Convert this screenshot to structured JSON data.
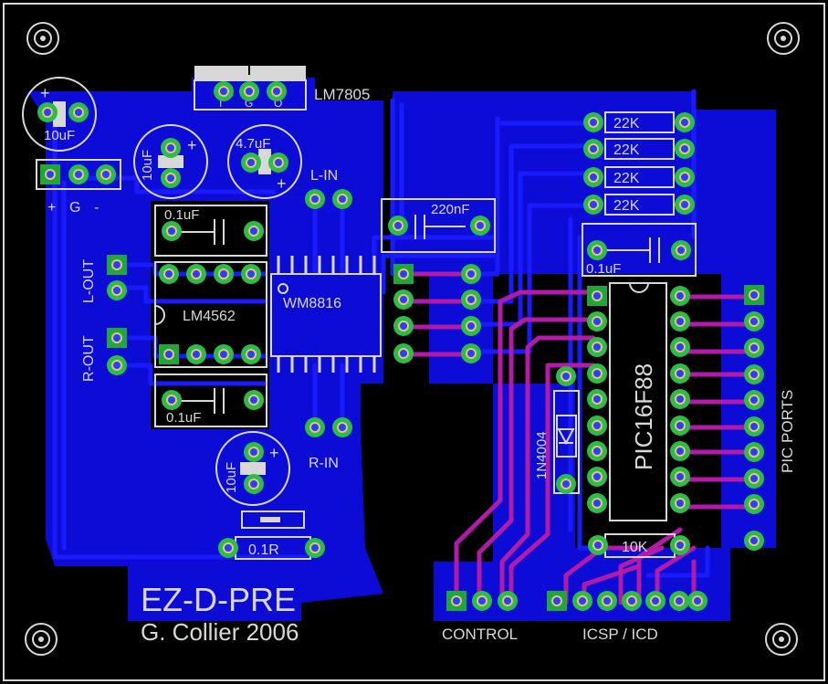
{
  "board": {
    "title": "EZ-D-PRE",
    "author": "G. Collier 2006",
    "colors": {
      "background": "#000000",
      "copper_pour": "#0c0cd6",
      "trace_bottom": "#1a1aff",
      "trace_top": "#b21aa8",
      "pad": "#2bbd45",
      "silkscreen": "#d8d8d8"
    }
  },
  "components": {
    "regulator": "LM7805",
    "reg_pins": [
      "I",
      "G",
      "O"
    ],
    "cap_10uf_a": "10uF",
    "cap_10uf_b": "10uF",
    "cap_10uf_c": "10uF",
    "cap_4u7": "4.7uF",
    "cap_01_a": "0.1uF",
    "cap_01_b": "0.1uF",
    "cap_01_c": "0.1uF",
    "cap_220n": "220nF",
    "opamp": "LM4562",
    "adc": "WM8816",
    "mcu": "PIC16F88",
    "diode": "1N4004",
    "res_22k": [
      "22K",
      "22K",
      "22K",
      "22K"
    ],
    "res_10k": "10K",
    "res_01r": "0.1R"
  },
  "labels": {
    "power_plus": "+",
    "power_g": "G",
    "power_minus": "-",
    "l_in": "L-IN",
    "r_in": "R-IN",
    "l_out": "L-OUT",
    "r_out": "R-OUT",
    "pic_ports": "PIC PORTS",
    "control": "CONTROL",
    "icsp": "ICSP / ICD",
    "plus": "+"
  }
}
